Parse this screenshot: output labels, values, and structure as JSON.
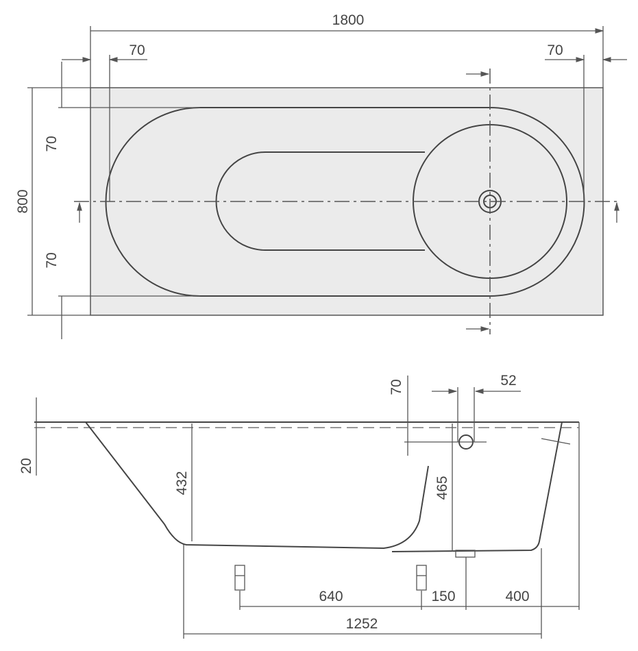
{
  "title": "Bathtub technical drawing",
  "top_view": {
    "length": "1800",
    "rim_left": "70",
    "rim_right": "70",
    "width": "800",
    "rim_top": "70",
    "rim_bottom": "70"
  },
  "side_view": {
    "rim_thickness": "20",
    "depth_left": "432",
    "overflow_offset": "70",
    "overflow_width": "52",
    "depth_right": "465",
    "feet_spacing": "640",
    "feet_to_drain": "150",
    "drain_to_end": "400",
    "base_length": "1252"
  },
  "colors": {
    "fill": "#ebebeb",
    "line": "#444444"
  }
}
